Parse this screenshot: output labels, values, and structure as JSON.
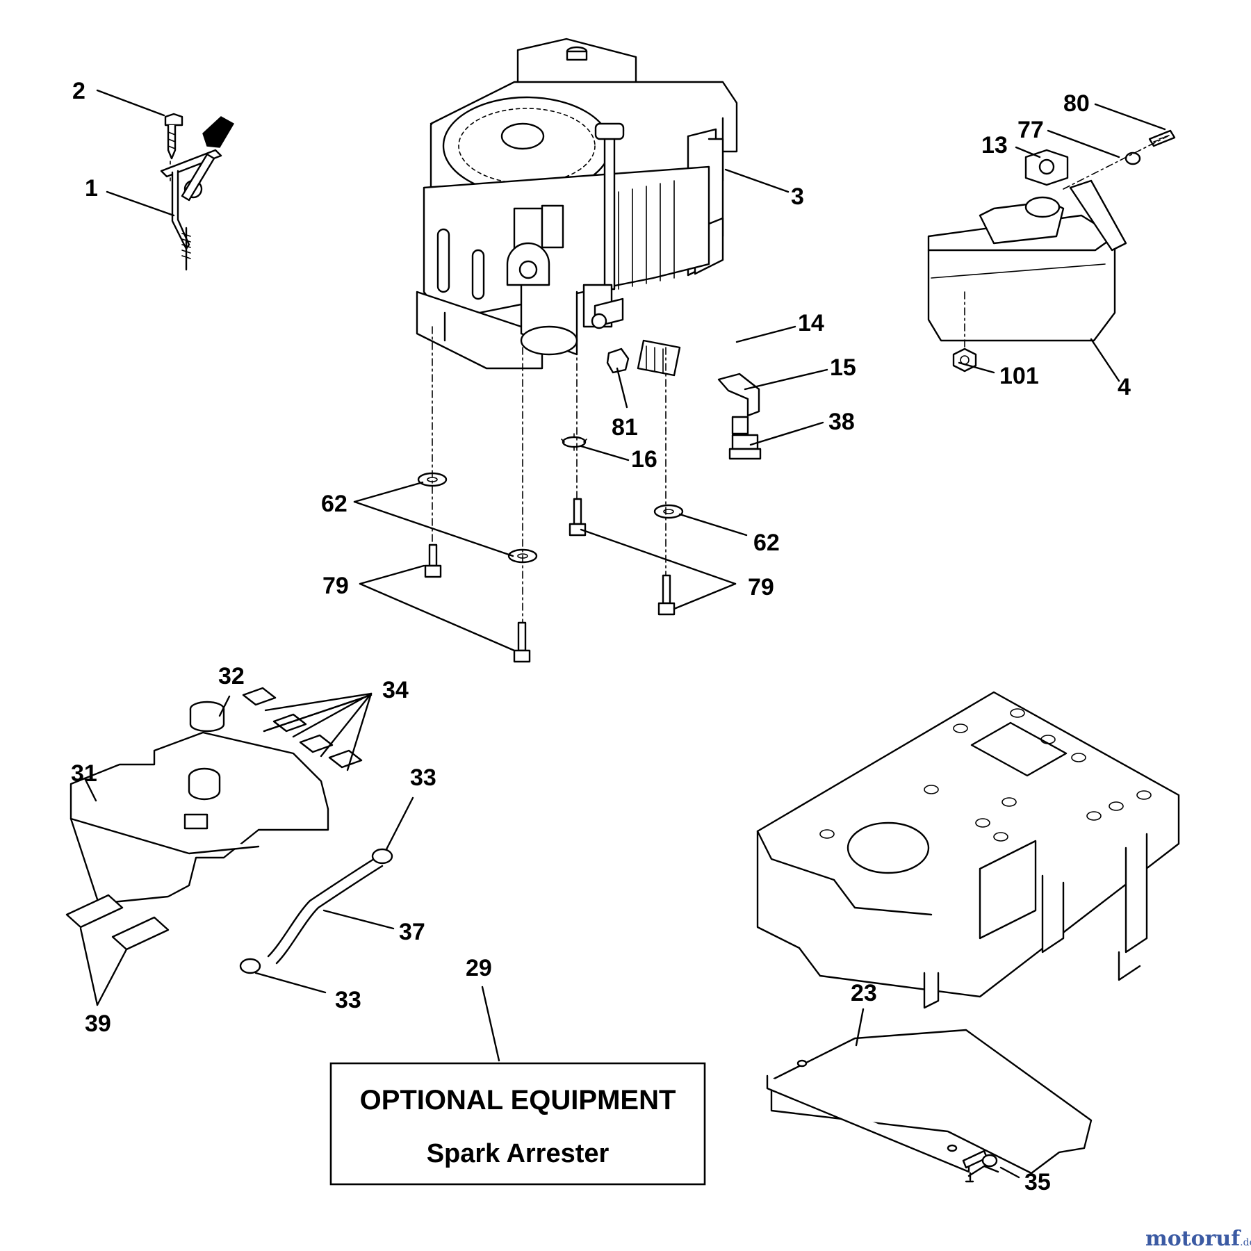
{
  "diagram": {
    "callouts": {
      "c1": "1",
      "c2": "2",
      "c3": "3",
      "c4": "4",
      "c13": "13",
      "c14": "14",
      "c15": "15",
      "c16": "16",
      "c23": "23",
      "c29": "29",
      "c31": "31",
      "c32": "32",
      "c33a": "33",
      "c33b": "33",
      "c34": "34",
      "c35": "35",
      "c37": "37",
      "c38": "38",
      "c39": "39",
      "c62a": "62",
      "c62b": "62",
      "c77": "77",
      "c79a": "79",
      "c79b": "79",
      "c80": "80",
      "c81": "81",
      "c101": "101"
    },
    "optional_box": {
      "title": "OPTIONAL EQUIPMENT",
      "subtitle": "Spark Arrester"
    }
  },
  "watermark": {
    "brand": "motoruf",
    "suffix": ".de",
    "color": "#3b5aa3"
  }
}
